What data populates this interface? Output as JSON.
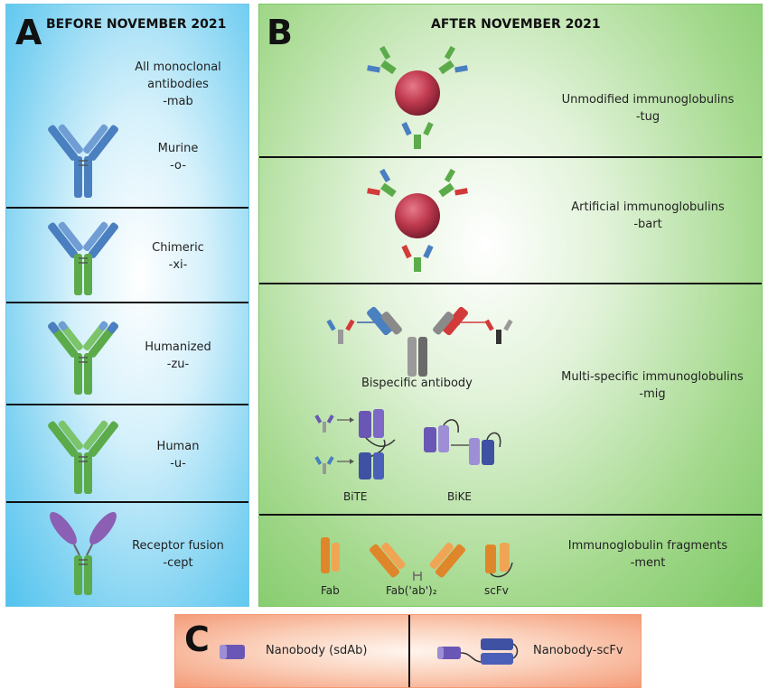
{
  "panelA": {
    "letter": "A",
    "heading": "BEFORE NOVEMBER 2021",
    "intro": {
      "line1": "All monoclonal antibodies",
      "line2": "-mab"
    },
    "rows": [
      {
        "name": "Murine",
        "stem": "-o-"
      },
      {
        "name": "Chimeric",
        "stem": "-xi-"
      },
      {
        "name": "Humanized",
        "stem": "-zu-"
      },
      {
        "name": "Human",
        "stem": "-u-"
      },
      {
        "name": "Receptor fusion",
        "stem": "-cept"
      }
    ]
  },
  "panelB": {
    "letter": "B",
    "heading": "AFTER NOVEMBER 2021",
    "rows": [
      {
        "name": "Unmodified immunoglobulins",
        "stem": "-tug"
      },
      {
        "name": "Artificial immunoglobulins",
        "stem": "-bart"
      },
      {
        "name": "Multi-specific immunoglobulins",
        "stem": "-mig"
      },
      {
        "name": "Immunoglobulin fragments",
        "stem": "-ment"
      }
    ],
    "captions": {
      "bispecific": "Bispecific antibody",
      "bite": "BiTE",
      "bike": "BiKE",
      "fab": "Fab",
      "fab2": "Fab('ab')₂",
      "scfv": "scFv"
    }
  },
  "panelC": {
    "letter": "C",
    "items": [
      {
        "name": "Nanobody (sdAb)"
      },
      {
        "name": "Nanobody-scFv"
      }
    ]
  },
  "colors": {
    "murine": "#4a7fc0",
    "human": "#5cab4a",
    "fusion": "#8b5fb3",
    "sphere": "#c03a4f",
    "red": "#d33a3a",
    "grey": "#8a8a8a",
    "purple": "#6a57b5",
    "orange": "#e0862a",
    "panelA_bg": "#52c3ee",
    "panelB_bg": "#7cc864",
    "panelC_bg": "#f49b78"
  }
}
